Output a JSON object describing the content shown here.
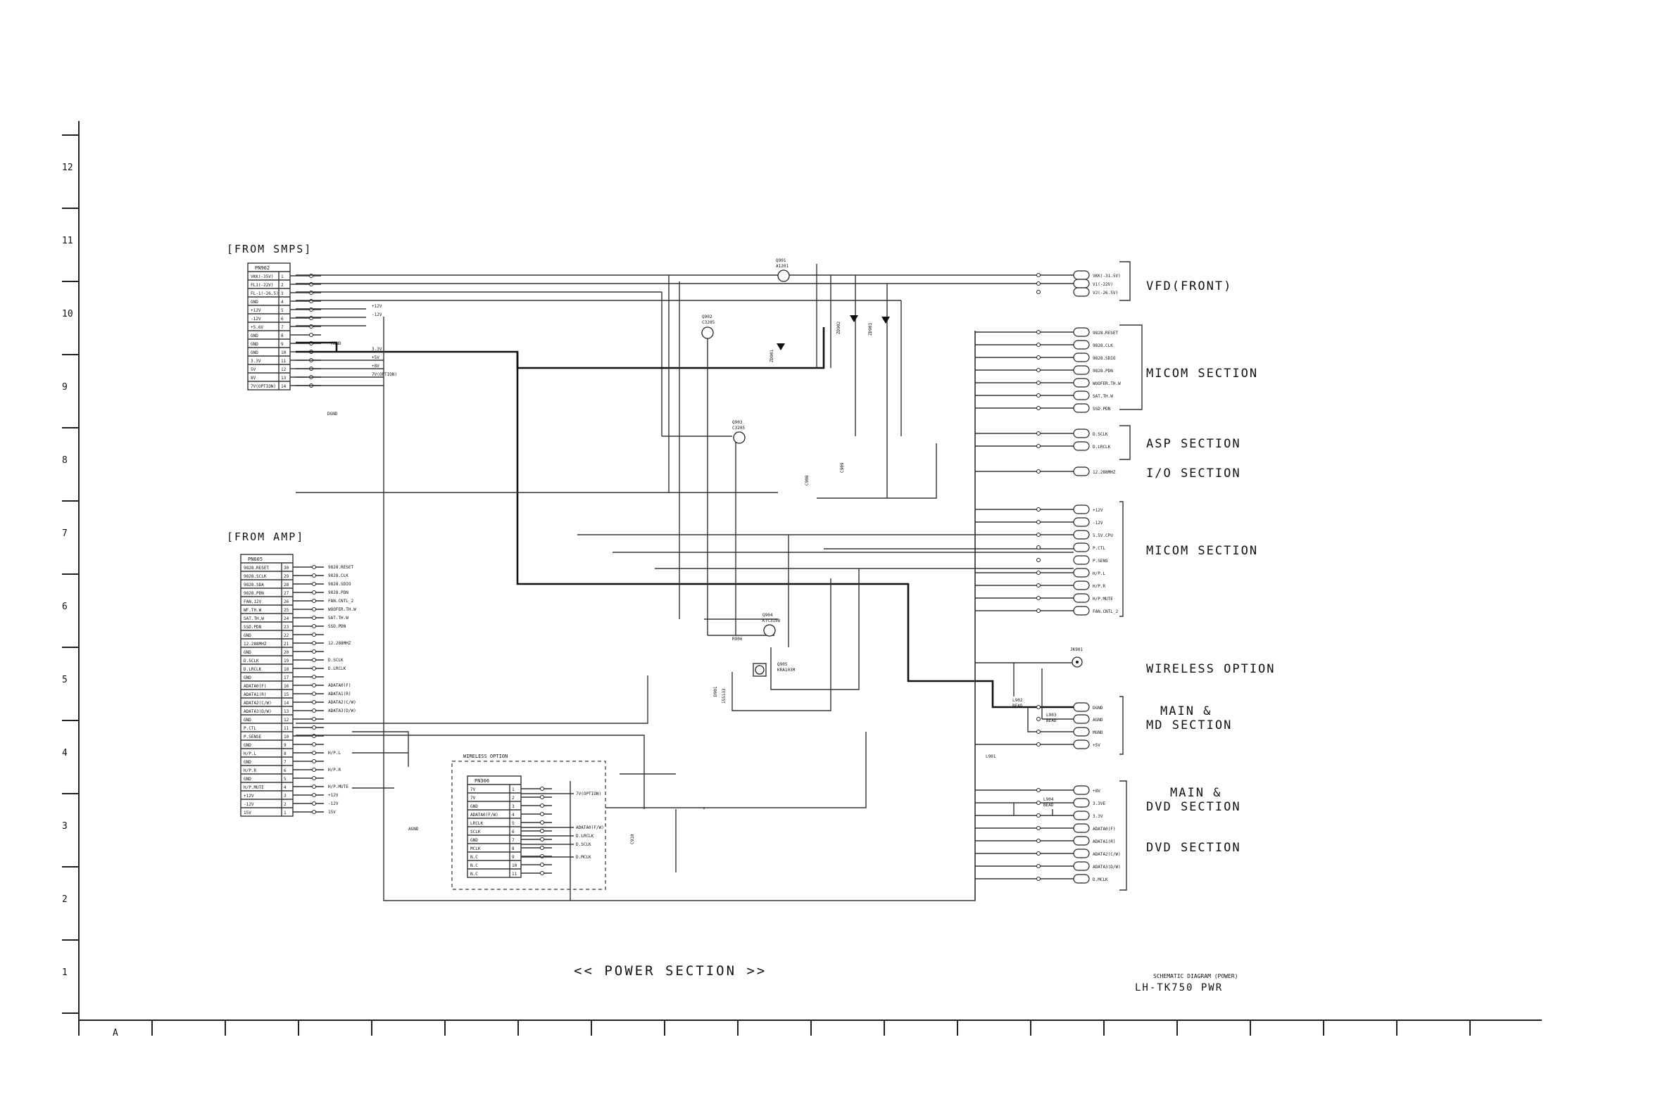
{
  "title_main": "<<   POWER SECTION   >>",
  "title_block": {
    "line1": "SCHEMATIC DIAGRAM (POWER)",
    "line2": "LH-TK750 PWR"
  },
  "row_labels": [
    "12",
    "11",
    "10",
    "9",
    "8",
    "7",
    "6",
    "5",
    "4",
    "3",
    "2",
    "1"
  ],
  "col_first": "A",
  "from_smps": {
    "header": "[FROM SMPS]",
    "connector": "PN902",
    "pins": [
      {
        "name": "VKK(-35V)",
        "n": "1"
      },
      {
        "name": "FL1(-22V)",
        "n": "2"
      },
      {
        "name": "FL-1(-26.5)",
        "n": "3"
      },
      {
        "name": "GND",
        "n": "4"
      },
      {
        "name": "+12V",
        "n": "5"
      },
      {
        "name": "-12V",
        "n": "6"
      },
      {
        "name": "+5.6V",
        "n": "7"
      },
      {
        "name": "GND",
        "n": "8"
      },
      {
        "name": "GND",
        "n": "9"
      },
      {
        "name": "GND",
        "n": "10"
      },
      {
        "name": "3.3V",
        "n": "11"
      },
      {
        "name": "5V",
        "n": "12"
      },
      {
        "name": "8V",
        "n": "13"
      },
      {
        "name": "7V(OPTION)",
        "n": "14"
      }
    ],
    "nets": [
      "+12V",
      "-12V",
      "3.3V",
      "+5V",
      "+8V",
      "7V(OPTION)"
    ],
    "ground": "MGND",
    "ground2": "DGND"
  },
  "from_amp": {
    "header": "[FROM AMP]",
    "connector": "PN605",
    "pins": [
      {
        "name": "9828.RESET",
        "n": "30"
      },
      {
        "name": "9828.SCLK",
        "n": "29"
      },
      {
        "name": "9828.SDA",
        "n": "28"
      },
      {
        "name": "9828.PDN",
        "n": "27"
      },
      {
        "name": "FAN.12V",
        "n": "26"
      },
      {
        "name": "WF.TH.W",
        "n": "25"
      },
      {
        "name": "SAT.TH.W",
        "n": "24"
      },
      {
        "name": "SSD.PDN",
        "n": "23"
      },
      {
        "name": "GND",
        "n": "22"
      },
      {
        "name": "12.288MHZ",
        "n": "21"
      },
      {
        "name": "GND",
        "n": "20"
      },
      {
        "name": "D.SCLK",
        "n": "19"
      },
      {
        "name": "D.LRCLK",
        "n": "18"
      },
      {
        "name": "GND",
        "n": "17"
      },
      {
        "name": "ADATA0(F)",
        "n": "16"
      },
      {
        "name": "ADATA1(R)",
        "n": "15"
      },
      {
        "name": "ADATA2(C/W)",
        "n": "14"
      },
      {
        "name": "ADATA3(D/W)",
        "n": "13"
      },
      {
        "name": "GND",
        "n": "12"
      },
      {
        "name": "P.CTL",
        "n": "11"
      },
      {
        "name": "P.SENSE",
        "n": "10"
      },
      {
        "name": "GND",
        "n": "9"
      },
      {
        "name": "H/P.L",
        "n": "8"
      },
      {
        "name": "GND",
        "n": "7"
      },
      {
        "name": "H/P.R",
        "n": "6"
      },
      {
        "name": "GND",
        "n": "5"
      },
      {
        "name": "H/P.MUTE",
        "n": "4"
      },
      {
        "name": "+12V",
        "n": "3"
      },
      {
        "name": "-12V",
        "n": "2"
      },
      {
        "name": "15V",
        "n": "1"
      }
    ],
    "nets": [
      "9828.RESET",
      "9828.CLK",
      "9828.SDIO",
      "9828.PDN",
      "FAN.CNTL_2",
      "WOOFER.TH.W",
      "SAT.TH.W",
      "SSD.PDN",
      "",
      "12.288MHZ",
      "",
      "D.SCLK",
      "D.LRCLK",
      "",
      "ADATA0(F)",
      "ADATA1(R)",
      "ADATA2(C/W)",
      "ADATA3(D/W)",
      "",
      "",
      "",
      "",
      "H/P.L",
      "",
      "H/P.R",
      "",
      "H/P.MUTE",
      "+12V",
      "-12V",
      "15V"
    ],
    "gnd": "AGND"
  },
  "wireless_box": {
    "header": "WIRELESS OPTION",
    "connector": "PN306",
    "pins": [
      {
        "name": "7V",
        "n": "1"
      },
      {
        "name": "7V",
        "n": "2"
      },
      {
        "name": "GND",
        "n": "3"
      },
      {
        "name": "ADATA0(F/W)",
        "n": "4"
      },
      {
        "name": "LRCLK",
        "n": "5"
      },
      {
        "name": "SCLK",
        "n": "6"
      },
      {
        "name": "GND",
        "n": "7"
      },
      {
        "name": "MCLK",
        "n": "8"
      },
      {
        "name": "N.C",
        "n": "9"
      },
      {
        "name": "N.C",
        "n": "10"
      },
      {
        "name": "N.C",
        "n": "11"
      }
    ],
    "outs": [
      "7V(OPTION)",
      "ADATA0(F/W)",
      "D.LRCLK",
      "D.SCLK",
      "D.MCLK"
    ]
  },
  "components": {
    "q901": [
      "Q901",
      "A1201"
    ],
    "q902": [
      "Q902",
      "C3205"
    ],
    "q903": [
      "Q903",
      "C3205"
    ],
    "q904": [
      "Q904",
      "KTC3198"
    ],
    "q905": [
      "Q905",
      "KRA103M"
    ],
    "zd901": "ZD901",
    "zd902": "ZD902",
    "zd903": "ZD903",
    "c908": "C908",
    "c909": "C909",
    "c910": "C910",
    "d901": "D901",
    "d901_part": "1SS133",
    "jk901": "JK901",
    "l901": "L901",
    "l902": "L902",
    "l903": "L903",
    "l904": "L904",
    "bead": "BEAD",
    "r906": "R906"
  },
  "right_connectors": [
    {
      "label": "VKK(-31.5V)"
    },
    {
      "label": "V1(-22V)"
    },
    {
      "label": "V2(-26.5V)"
    },
    {
      "label": "9828.RESET"
    },
    {
      "label": "9828.CLK"
    },
    {
      "label": "9828.SDIO"
    },
    {
      "label": "9828.PDN"
    },
    {
      "label": "WOOFER.TH.W"
    },
    {
      "label": "SAT.TH.W"
    },
    {
      "label": "SSD.PDN"
    },
    {
      "label": "D.SCLK"
    },
    {
      "label": "D.LRCLK"
    },
    {
      "label": "12.288MHZ"
    },
    {
      "label": "+12V"
    },
    {
      "label": "-12V"
    },
    {
      "label": "5.5V.CPU"
    },
    {
      "label": "P.CTL"
    },
    {
      "label": "P.SENS"
    },
    {
      "label": "H/P.L"
    },
    {
      "label": "H/P.R"
    },
    {
      "label": "H/P.MUTE"
    },
    {
      "label": "FAN.CNTL_2"
    },
    {
      "label": "DGND"
    },
    {
      "label": "AGND"
    },
    {
      "label": "MGND"
    },
    {
      "label": "+5V"
    },
    {
      "label": "+8V"
    },
    {
      "label": "3.3VE"
    },
    {
      "label": "3.3V"
    },
    {
      "label": "ADATA0(F)"
    },
    {
      "label": "ADATA1(R)"
    },
    {
      "label": "ADATA2(C/W)"
    },
    {
      "label": "ADATA3(D/W)"
    },
    {
      "label": "D.MCLK"
    }
  ],
  "sections": {
    "vfd": "VFD(FRONT)",
    "micom1": "MICOM SECTION",
    "asp": "ASP SECTION",
    "io": "I/O SECTION",
    "micom2": "MICOM SECTION",
    "wireless": "WIRELESS OPTION",
    "main_md": [
      "MAIN &",
      "MD SECTION"
    ],
    "main_dvd": [
      "MAIN &",
      "DVD SECTION"
    ],
    "dvd": "DVD SECTION"
  }
}
